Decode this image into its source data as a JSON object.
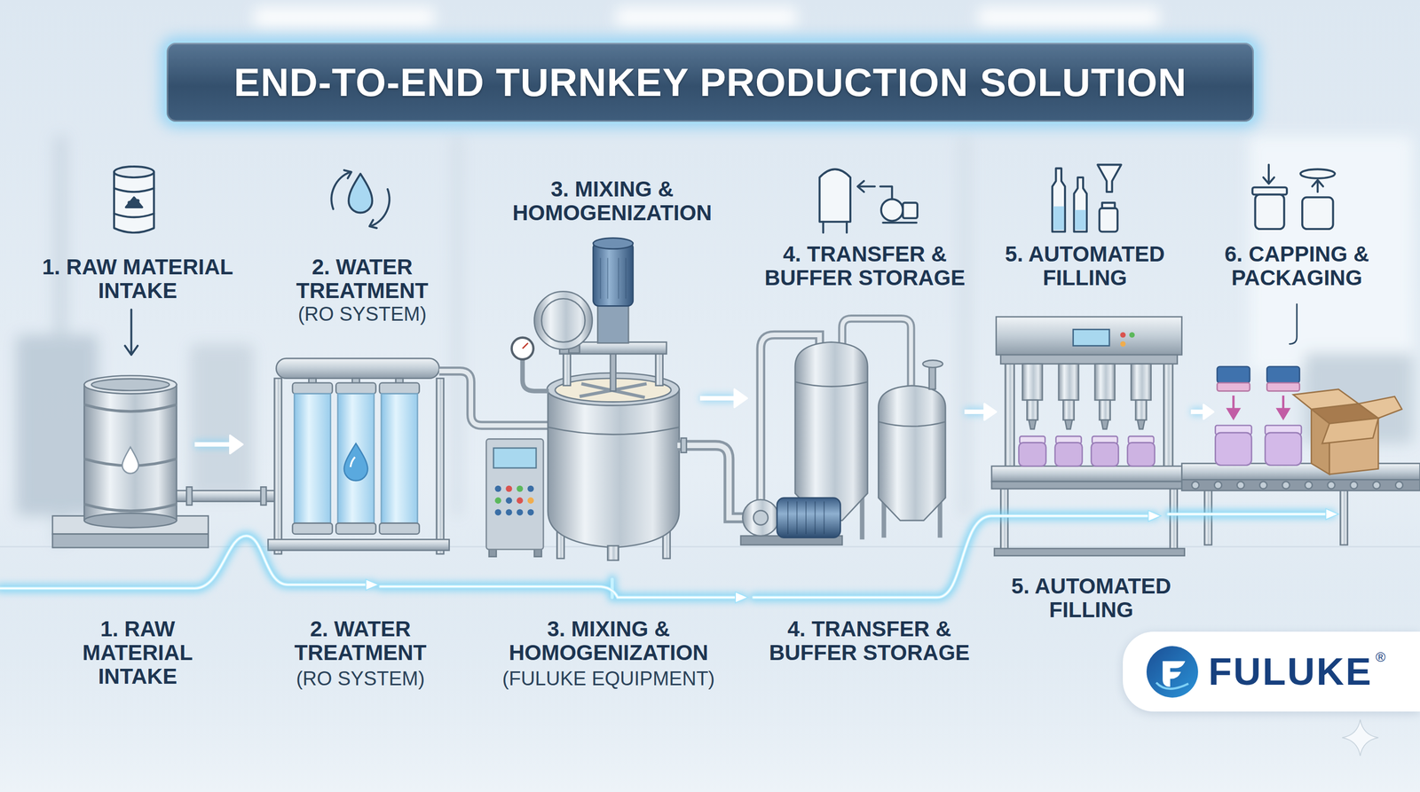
{
  "diagram": {
    "title": "END-TO-END TURNKEY PRODUCTION SOLUTION",
    "nodes": [
      {
        "text": [
          "FULUKE",
          "®"
        ]
      }
    ],
    "labels": [
      "1. RAW MATERIAL INTAKE",
      "2. WATER TREATMENT",
      "(RO SYSTEM)",
      "3. MIXING & HOMOGENIZATION",
      "4. TRANSFER & BUFFER STORAGE",
      "5. AUTOMATED FILLING",
      "6. CAPPING & PACKAGING",
      "1. RAW MATERIAL INTAKE",
      "2. WATER TREATMENT",
      "(RO SYSTEM)",
      "3. MIXING & HOMOGENIZATION",
      "(FULUKE EQUIPMENT)",
      "4. TRANSFER & BUFFER STORAGE",
      "5. AUTOMATED FILLING"
    ]
  }
}
